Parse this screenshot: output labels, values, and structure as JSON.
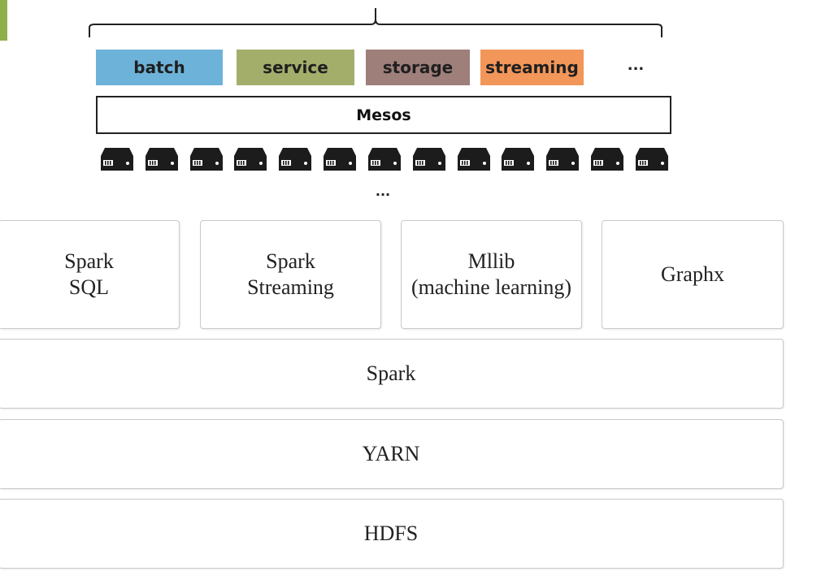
{
  "frameworks": [
    {
      "label": "batch",
      "color": "#6db3d9"
    },
    {
      "label": "service",
      "color": "#a3ae6a"
    },
    {
      "label": "storage",
      "color": "#9e7f7a"
    },
    {
      "label": "streaming",
      "color": "#f29659"
    }
  ],
  "frameworks_more": "...",
  "mesos_label": "Mesos",
  "server_count": 13,
  "servers_more": "...",
  "spark_components": [
    {
      "label": "Spark\nSQL"
    },
    {
      "label": "Spark\nStreaming"
    },
    {
      "label": "Mllib\n(machine learning)"
    },
    {
      "label": "Graphx"
    }
  ],
  "layers": {
    "spark": "Spark",
    "yarn": "YARN",
    "hdfs": "HDFS"
  },
  "colors": {
    "accent_green": "#8db04a",
    "server_icon": "#1c1c1c"
  }
}
